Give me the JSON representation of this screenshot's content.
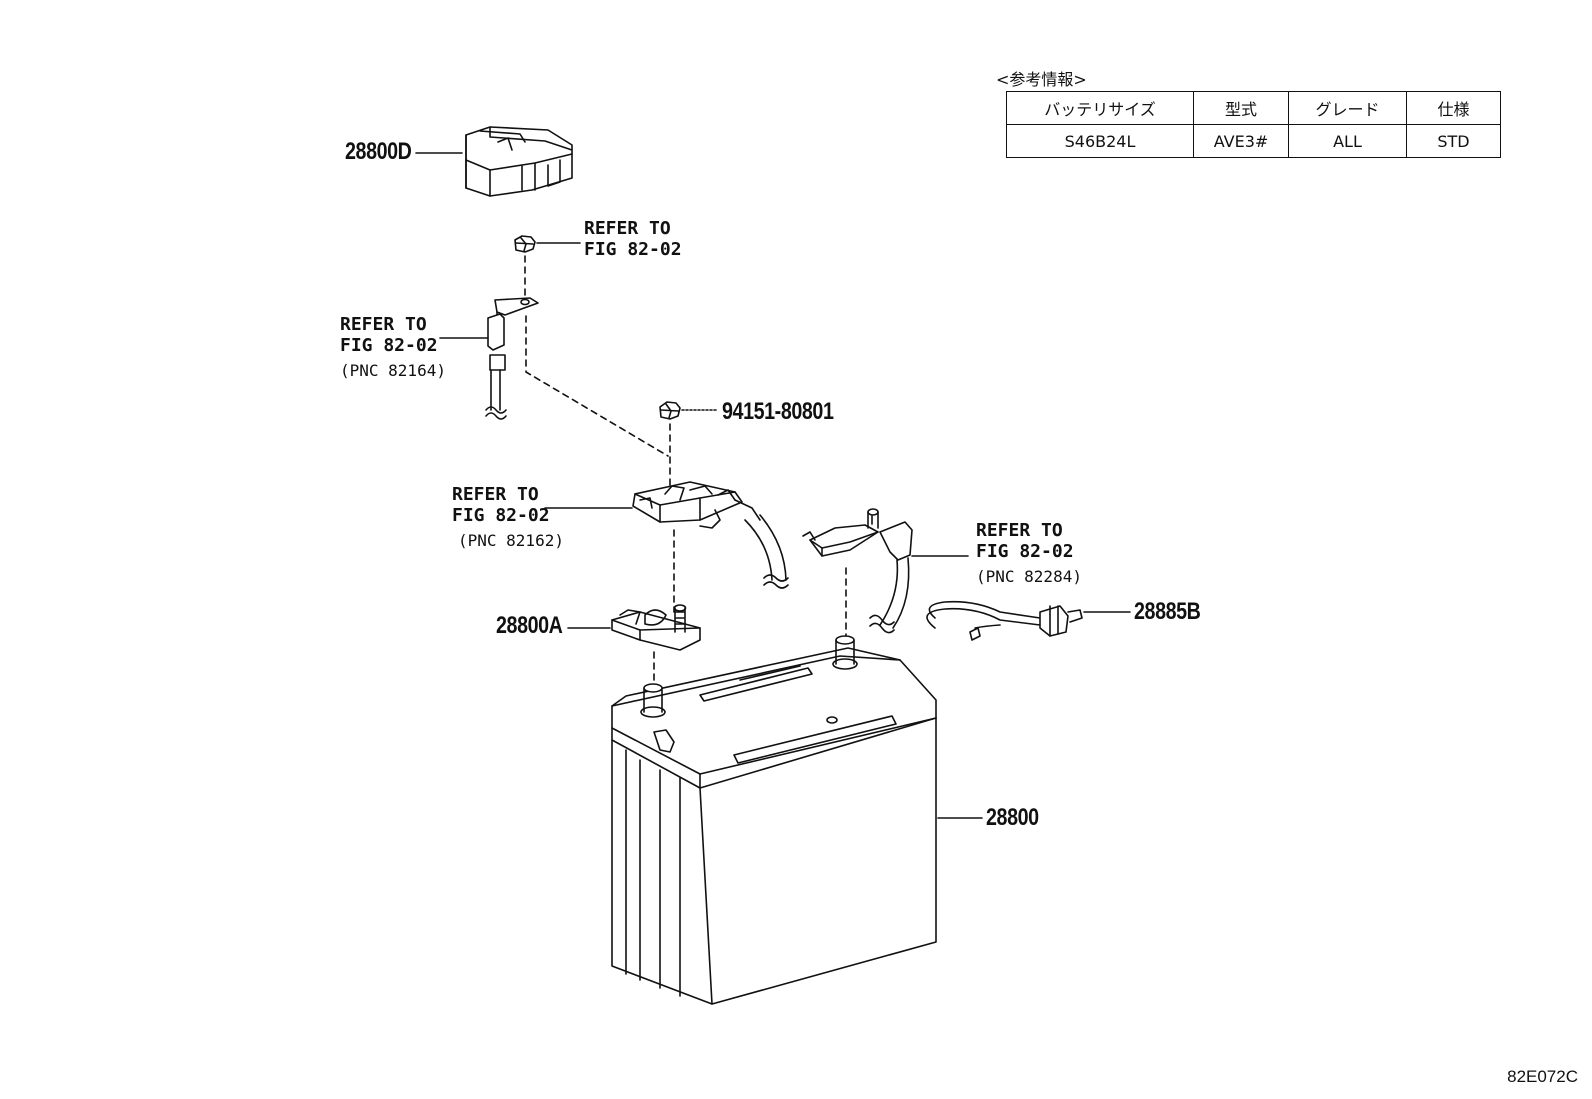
{
  "reference": {
    "heading": "<参考情報>",
    "columns": [
      "バッテリサイズ",
      "型式",
      "グレード",
      "仕様"
    ],
    "row": [
      "S46B24L",
      "AVE3#",
      "ALL",
      "STD"
    ]
  },
  "parts": {
    "cover": "28800D",
    "nut": "94151-80801",
    "terminal": "28800A",
    "sensor_harness": "28885B",
    "battery": "28800"
  },
  "refer_labels": {
    "nut_top": {
      "line1": "REFER TO",
      "line2": "FIG 82-02"
    },
    "left_cable": {
      "line1": "REFER TO",
      "line2": "FIG 82-02",
      "pnc": "(PNC 82164)"
    },
    "neg_clamp": {
      "line1": "REFER TO",
      "line2": "FIG 82-02",
      "pnc": "(PNC 82162)"
    },
    "pos_cable": {
      "line1": "REFER TO",
      "line2": "FIG 82-02",
      "pnc": "(PNC 82284)"
    }
  },
  "figure_code": "82E072C"
}
